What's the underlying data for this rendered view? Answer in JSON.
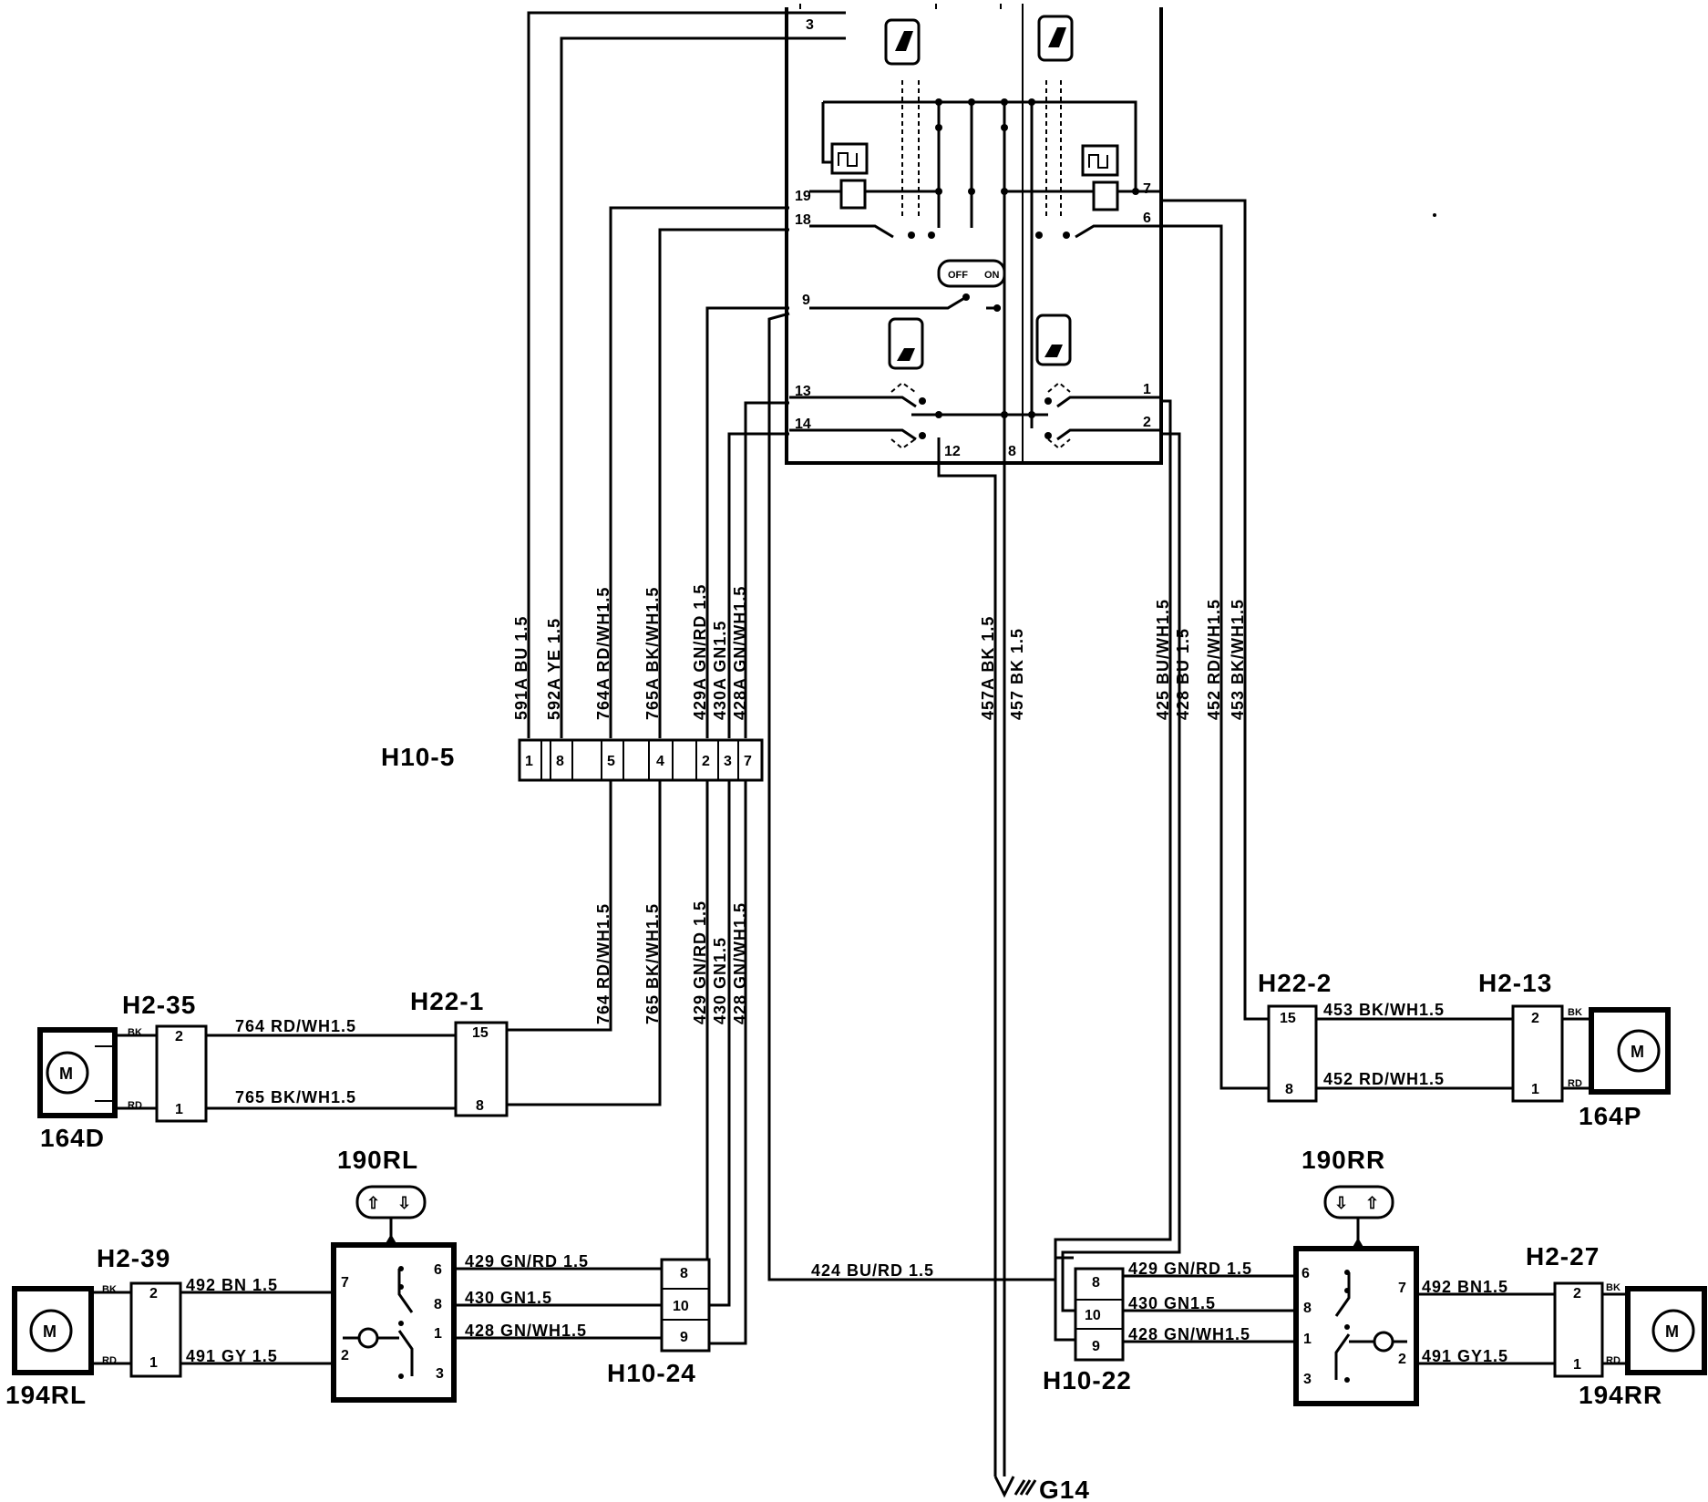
{
  "switch_unit": {
    "pins_left": [
      "3",
      "19",
      "18",
      "9",
      "13",
      "14"
    ],
    "pins_right": [
      "7",
      "6",
      "1",
      "2"
    ],
    "pins_bottom": [
      "12",
      "8"
    ],
    "off_label": "OFF",
    "on_label": "ON"
  },
  "connectors": {
    "h10_5": {
      "name": "H10-5",
      "pins": [
        "1",
        "8",
        "5",
        "4",
        "2",
        "3",
        "7"
      ]
    },
    "h22_1": {
      "name": "H22-1",
      "pins": [
        "15",
        "8"
      ]
    },
    "h22_2": {
      "name": "H22-2",
      "pins": [
        "15",
        "8"
      ]
    },
    "h2_35": {
      "name": "H2-35",
      "pins": [
        "2",
        "1"
      ]
    },
    "h2_13": {
      "name": "H2-13",
      "pins": [
        "2",
        "1"
      ]
    },
    "h2_39": {
      "name": "H2-39",
      "pins": [
        "2",
        "1"
      ]
    },
    "h2_27": {
      "name": "H2-27",
      "pins": [
        "2",
        "1"
      ]
    },
    "h10_24": {
      "name": "H10-24",
      "pins": [
        "8",
        "10",
        "9"
      ]
    },
    "h10_22": {
      "name": "H10-22",
      "pins": [
        "8",
        "10",
        "9"
      ]
    }
  },
  "components": {
    "motor_164d": {
      "name": "164D",
      "symbol": "M"
    },
    "motor_164p": {
      "name": "164P",
      "symbol": "M"
    },
    "motor_194rl": {
      "name": "194RL",
      "symbol": "M"
    },
    "motor_194rr": {
      "name": "194RR",
      "symbol": "M"
    },
    "switch_190rl": {
      "name": "190RL",
      "pins": [
        "6",
        "8",
        "1",
        "7",
        "2",
        "3"
      ]
    },
    "switch_190rr": {
      "name": "190RR",
      "pins": [
        "6",
        "8",
        "1",
        "7",
        "2",
        "3"
      ]
    },
    "ground": {
      "name": "G14"
    }
  },
  "wires": {
    "upper_left": [
      "591A  BU 1.5",
      "592A  YE 1.5",
      "764A  RD/WH1.5",
      "765A  BK/WH1.5",
      "429A  GN/RD 1.5",
      "430A  GN1.5",
      "428A  GN/WH1.5"
    ],
    "upper_center": [
      "457A  BK 1.5",
      "457  BK 1.5"
    ],
    "upper_right": [
      "425  BU/WH1.5",
      "428  BU 1.5",
      "452  RD/WH1.5",
      "453  BK/WH1.5"
    ],
    "lower_left": [
      "764  RD/WH1.5",
      "765  BK/WH1.5",
      "429  GN/RD 1.5",
      "430  GN1.5",
      "428  GN/WH1.5"
    ],
    "h2_35_top": "764  RD/WH1.5",
    "h2_35_bottom": "765  BK/WH1.5",
    "h22_2_top": "453  BK/WH1.5",
    "h22_2_bottom": "452  RD/WH1.5",
    "rl_1": "429  GN/RD 1.5",
    "rl_2": "430  GN1.5",
    "rl_3": "428  GN/WH1.5",
    "rl_motor_top": "492  BN 1.5",
    "rl_motor_bottom": "491  GY 1.5",
    "rr_1": "429  GN/RD 1.5",
    "rr_2": "430  GN1.5",
    "rr_3": "428  GN/WH1.5",
    "rr_motor_top": "492  BN1.5",
    "rr_motor_bottom": "491  GY1.5",
    "cross": "424  BU/RD 1.5"
  },
  "colors_codes": {
    "bk": "BK",
    "rd": "RD"
  },
  "colors": {
    "ink": "#000000",
    "paper": "#ffffff"
  }
}
